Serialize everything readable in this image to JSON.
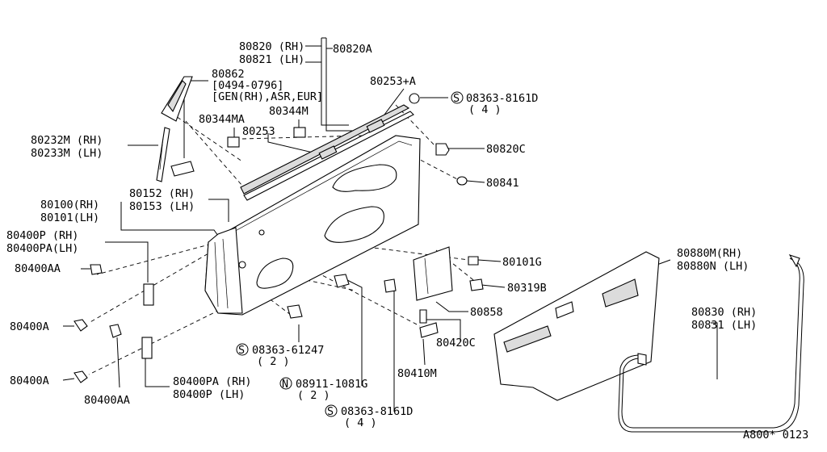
{
  "labels": {
    "l80820": "80820 (RH)",
    "l80821": "80821 (LH)",
    "l80820A": "80820A",
    "l80862": "80862",
    "l80862_date": "[0494-0796]",
    "l80862_spec": "[GEN(RH),ASR,EUR]",
    "l80253p": "80253+A",
    "l08363_top": "08363-8161D",
    "l08363_top_qty": "( 4 )",
    "l80344M": "80344M",
    "l80344MA": "80344MA",
    "l80253": "80253",
    "l80232M": "80232M (RH)",
    "l80233M": "80233M (LH)",
    "l80820C": "80820C",
    "l80841": "80841",
    "l80100": "80100(RH)",
    "l80101": "80101(LH)",
    "l80152": "80152 (RH)",
    "l80153": "80153 (LH)",
    "l80400P": "80400P  (RH)",
    "l80400PA": "80400PA(LH)",
    "l80400AA_top": "80400AA",
    "l80101G": "80101G",
    "l80319B": "80319B",
    "l80880M": "80880M(RH)",
    "l80880N": "80880N (LH)",
    "l80858": "80858",
    "l80830": "80830 (RH)",
    "l80831": "80831 (LH)",
    "l80400A_1": "80400A",
    "l08363_61247": "08363-61247",
    "l08363_61247_qty": "( 2 )",
    "l80420C": "80420C",
    "l08911": "08911-1081G",
    "l08911_qty": "( 2 )",
    "l80410M": "80410M",
    "l80400A_2": "80400A",
    "l80400PA_b": "80400PA (RH)",
    "l80400P_b": "80400P  (LH)",
    "l80400AA_bottom": "80400AA",
    "l08363_bottom": "08363-8161D",
    "l08363_bottom_qty": "( 4 )",
    "code": "A800* 0123"
  },
  "symbols": {
    "s_screw": "S",
    "n_nut": "N"
  }
}
